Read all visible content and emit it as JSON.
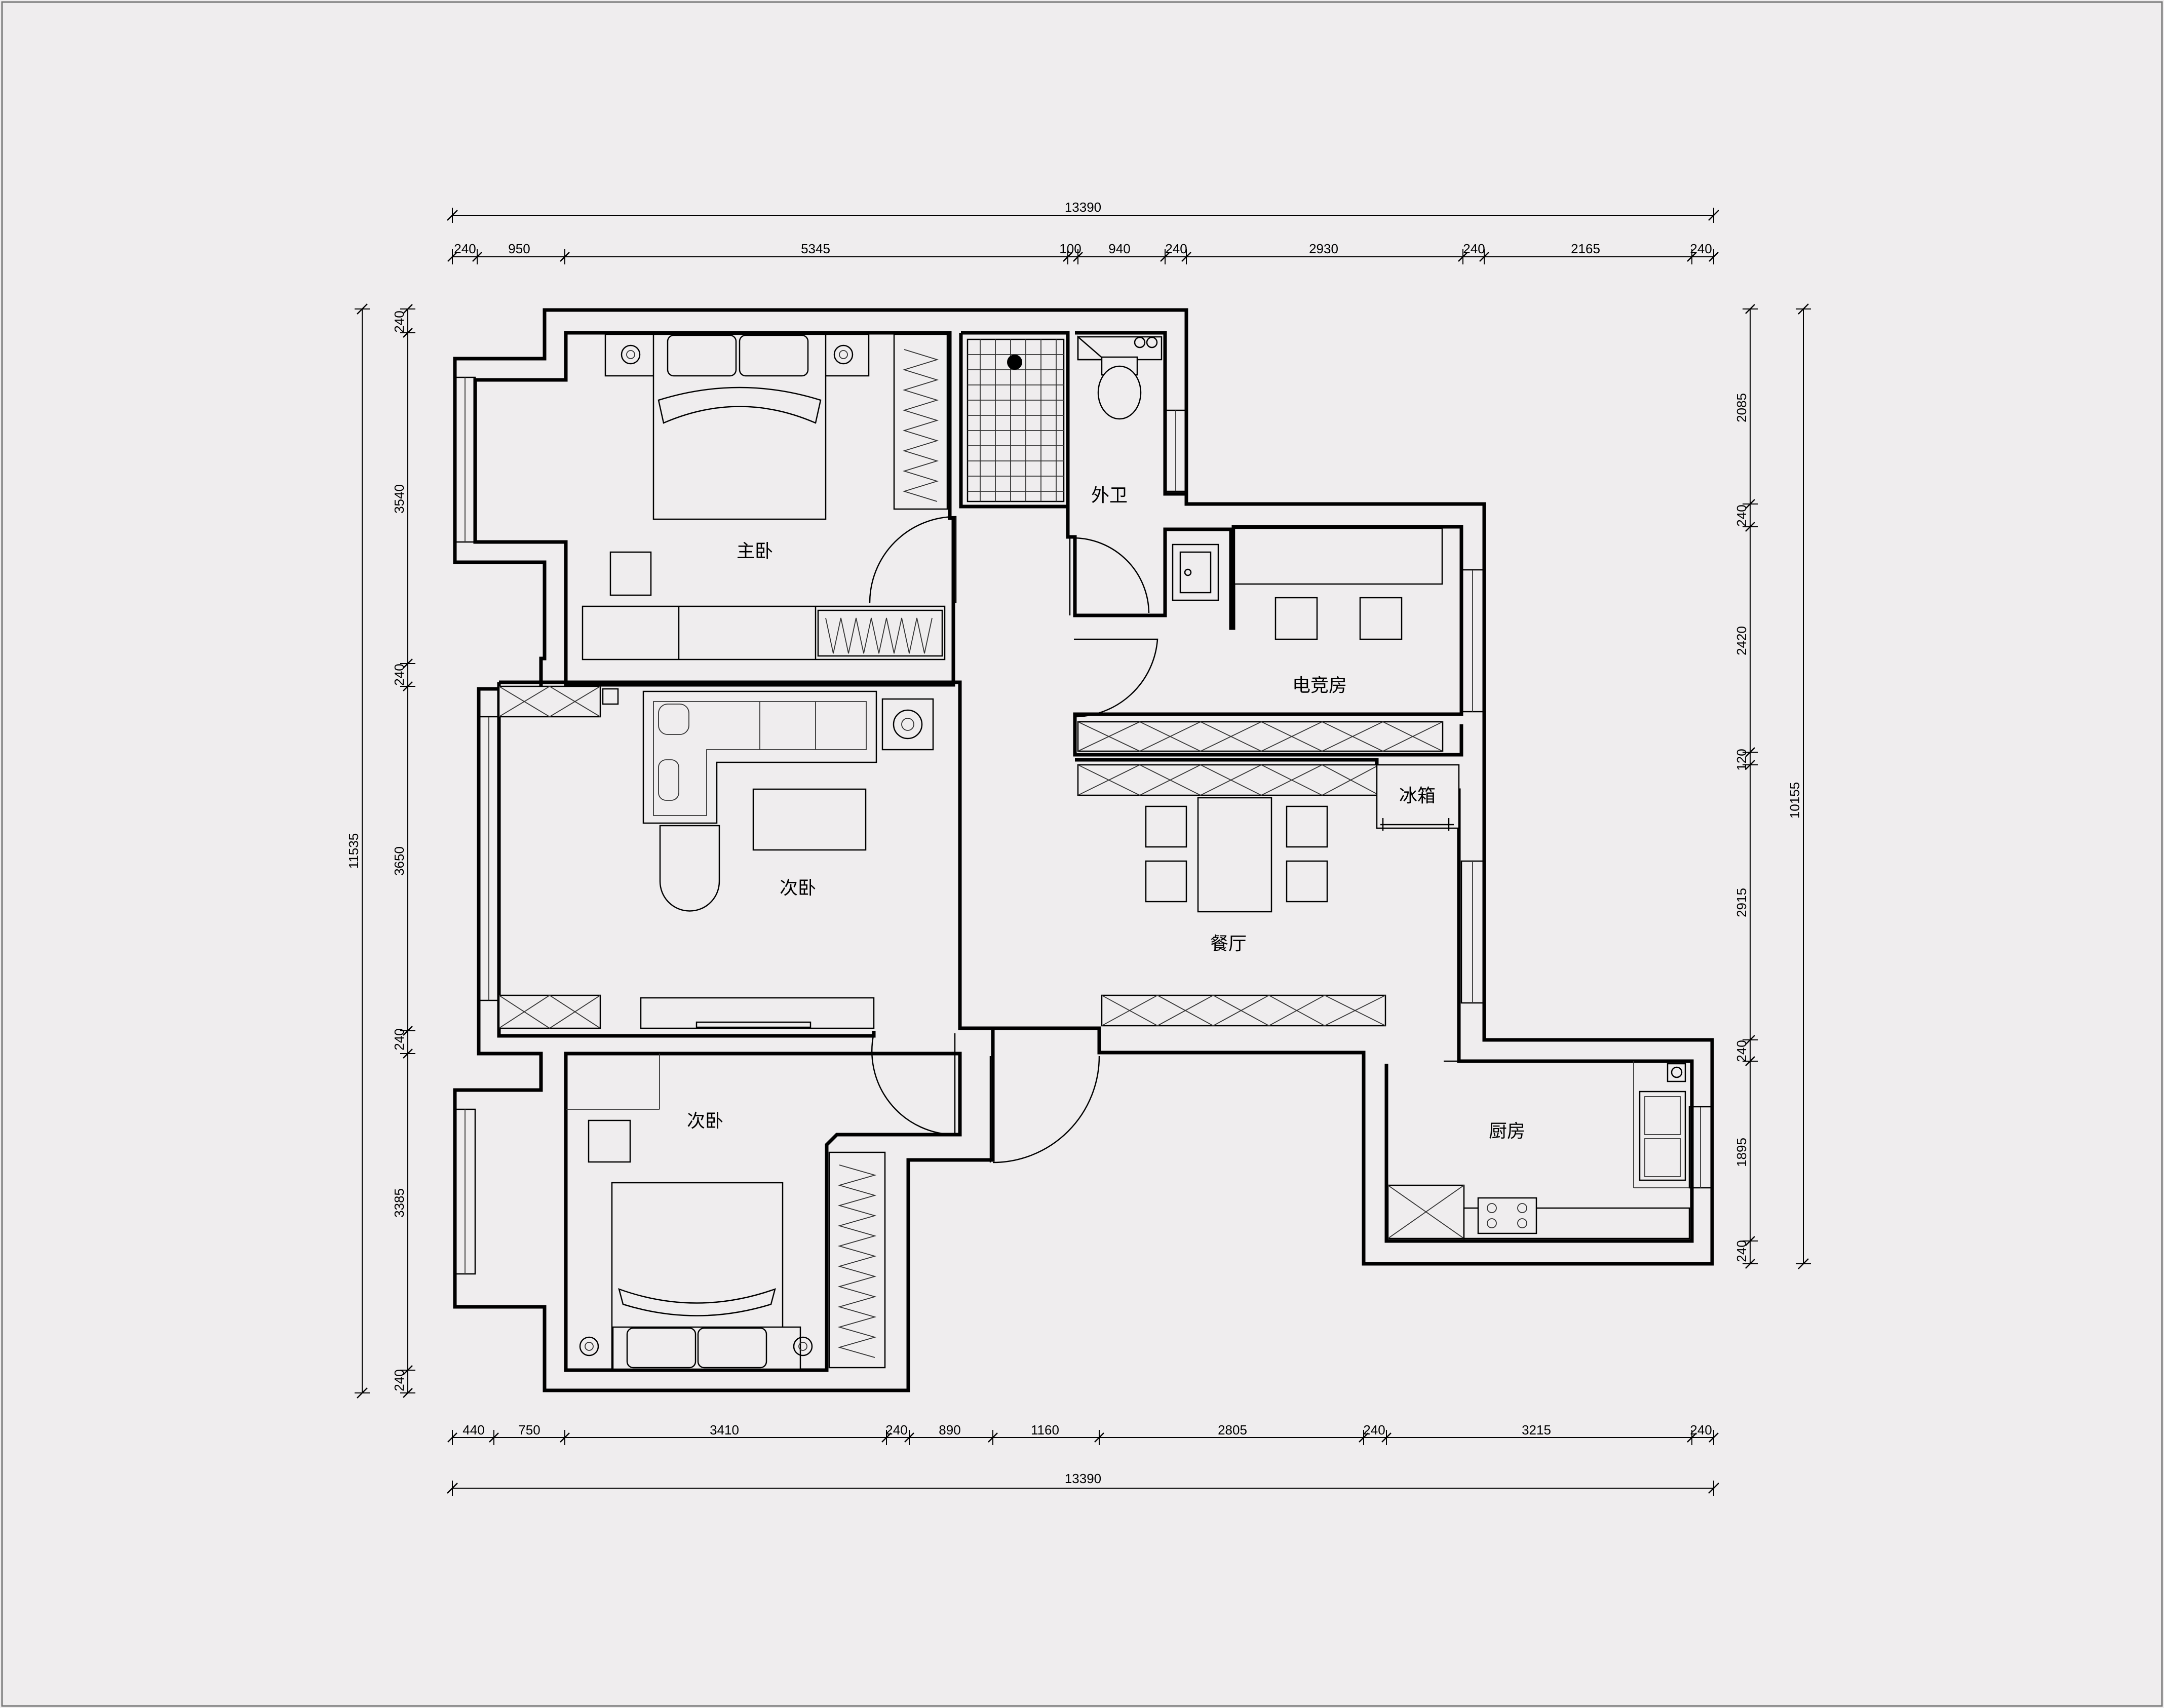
{
  "rooms": {
    "master_bedroom": "主卧",
    "bath": "外卫",
    "gaming_room": "电竞房",
    "fridge": "冰箱",
    "second_bedroom_a": "次卧",
    "dining": "餐厅",
    "second_bedroom_b": "次卧",
    "kitchen": "厨房"
  },
  "dims_top": {
    "total": "13390",
    "segments": [
      "240",
      "950",
      "5345",
      "100",
      "940",
      "240",
      "2930",
      "240",
      "2165",
      "240"
    ]
  },
  "dims_bottom": {
    "total": "13390",
    "segments": [
      "440",
      "750",
      "3410",
      "240",
      "890",
      "1160",
      "2805",
      "240",
      "3215",
      "240"
    ]
  },
  "dims_left": {
    "total": "11535",
    "segments": [
      "240",
      "3540",
      "240",
      "3650",
      "240",
      "3385",
      "240"
    ]
  },
  "dims_right": {
    "total": "10155",
    "segments": [
      "2085",
      "240",
      "2420",
      "120",
      "2915",
      "240",
      "1895",
      "240"
    ]
  }
}
